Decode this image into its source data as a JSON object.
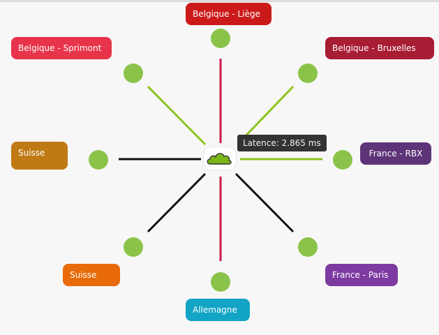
{
  "tooltip": {
    "latency": "Latence: 2.865 ms"
  },
  "center": {
    "icon": "cloud-icon",
    "color": "#7cb518"
  },
  "nodes": [
    {
      "id": "liege",
      "label": "Belgique - Liège",
      "color": "#cc1a1a",
      "link_color": "#cc1a4a"
    },
    {
      "id": "bruxelles",
      "label": "Belgique - Bruxelles",
      "color": "#a81c34",
      "link_color": "#8ec31f"
    },
    {
      "id": "rbx",
      "label": "France - RBX",
      "color": "#5e3478",
      "link_color": "#8ec31f"
    },
    {
      "id": "paris",
      "label": "France - Paris",
      "color": "#7d3ba1",
      "link_color": "#111111"
    },
    {
      "id": "allemagne",
      "label": "Allemagne",
      "color": "#12a4c4",
      "link_color": "#cc1a4a"
    },
    {
      "id": "suisse2",
      "label": "Suisse",
      "color": "#e86a0a",
      "link_color": "#111111"
    },
    {
      "id": "suisse1",
      "label": "Suisse",
      "color": "#c07a14",
      "link_color": "#111111"
    },
    {
      "id": "sprimont",
      "label": "Belgique - Sprimont",
      "color": "#e8344a",
      "link_color": "#8ec31f"
    }
  ]
}
